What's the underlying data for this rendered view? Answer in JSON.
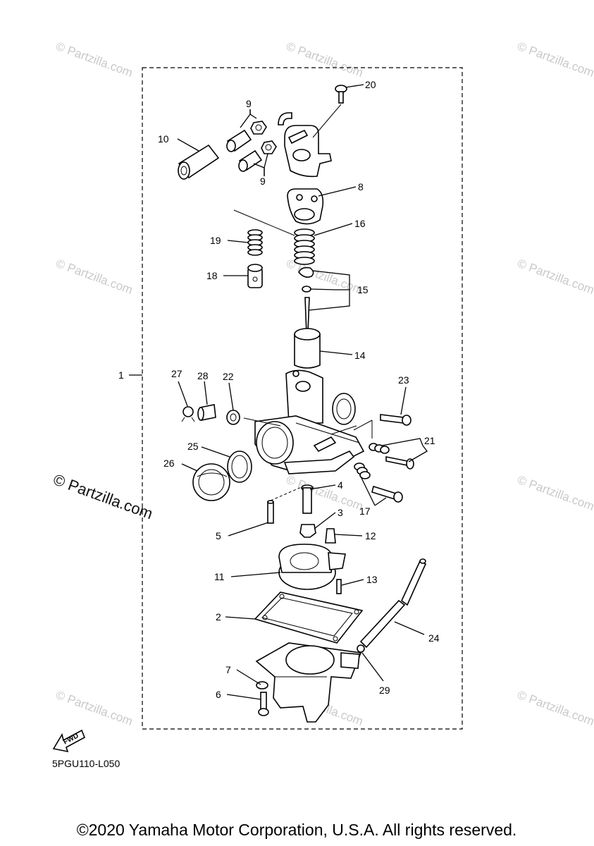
{
  "diagram": {
    "diagram_code": "5PGU110-L050",
    "copyright": "©2020 Yamaha Motor Corporation, U.S.A. All rights reserved.",
    "watermark": "© Partzilla.com",
    "fwd_label": "FWD",
    "callouts": [
      "1",
      "2",
      "3",
      "4",
      "5",
      "6",
      "7",
      "8",
      "9",
      "9",
      "10",
      "11",
      "12",
      "13",
      "14",
      "15",
      "16",
      "17",
      "18",
      "19",
      "20",
      "21",
      "22",
      "23",
      "24",
      "25",
      "26",
      "27",
      "28",
      "29"
    ]
  }
}
